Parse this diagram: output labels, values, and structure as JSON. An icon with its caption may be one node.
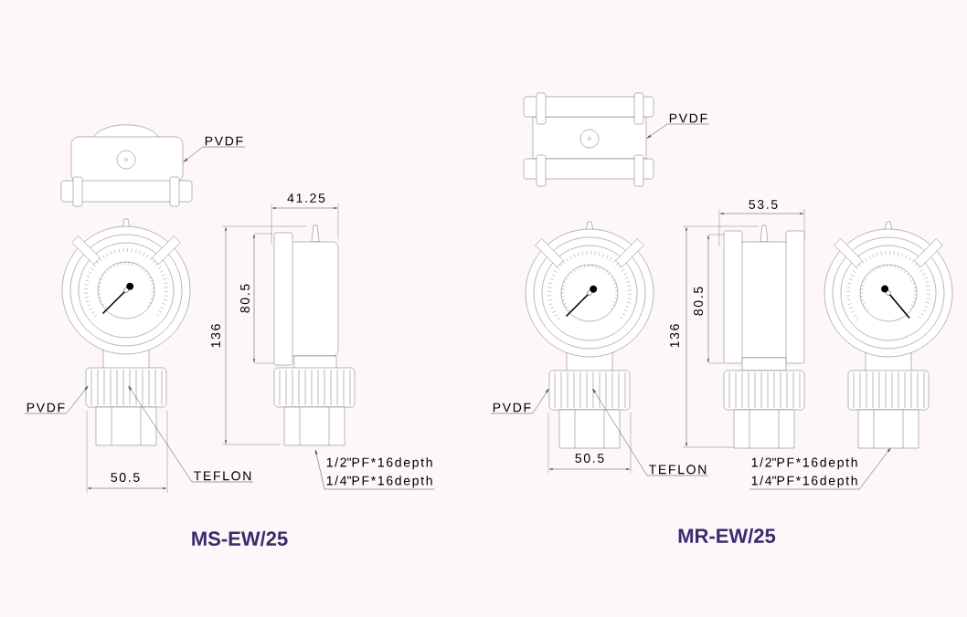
{
  "diagram": {
    "nodes": [
      {
        "text": [
          "PVDF"
        ]
      },
      {
        "text": [],
        "shape": "picture"
      },
      {
        "text": [],
        "shape": "picture"
      },
      {
        "text": [],
        "shape": "picture"
      },
      {
        "text": [
          "PVDF"
        ]
      },
      {
        "text": [
          "TEFLON"
        ]
      },
      {
        "text": [
          "1/2\"PF*16depth",
          "1/4\"PF*16depth"
        ]
      },
      {
        "text": [
          "PVDF"
        ]
      },
      {
        "text": [],
        "shape": "picture"
      },
      {
        "text": [],
        "shape": "picture"
      },
      {
        "text": [],
        "shape": "picture"
      },
      {
        "text": [],
        "shape": "picture"
      },
      {
        "text": [
          "PVDF"
        ]
      },
      {
        "text": [
          "TEFLON"
        ]
      },
      {
        "text": [
          "1/2\"PF*16depth",
          "1/4\"PF*16depth"
        ]
      }
    ],
    "edges": [
      {
        "from": 0,
        "to": 1,
        "arrow": "to"
      },
      {
        "from": 4,
        "to": 2,
        "arrow": "to"
      },
      {
        "from": 5,
        "to": 2,
        "arrow": "to"
      },
      {
        "from": 6,
        "to": 3,
        "arrow": "to"
      },
      {
        "from": 7,
        "to": 8,
        "arrow": "to"
      },
      {
        "from": 12,
        "to": 9,
        "arrow": "to"
      },
      {
        "from": 13,
        "to": 9,
        "arrow": "to"
      },
      {
        "from": 14,
        "to": 11,
        "arrow": "to"
      }
    ],
    "labels": [
      "41.25",
      "80.5",
      "136",
      "50.5",
      "MS-EW/25",
      "53.5",
      "80.5",
      "136",
      "50.5",
      "MR-EW/25"
    ]
  }
}
